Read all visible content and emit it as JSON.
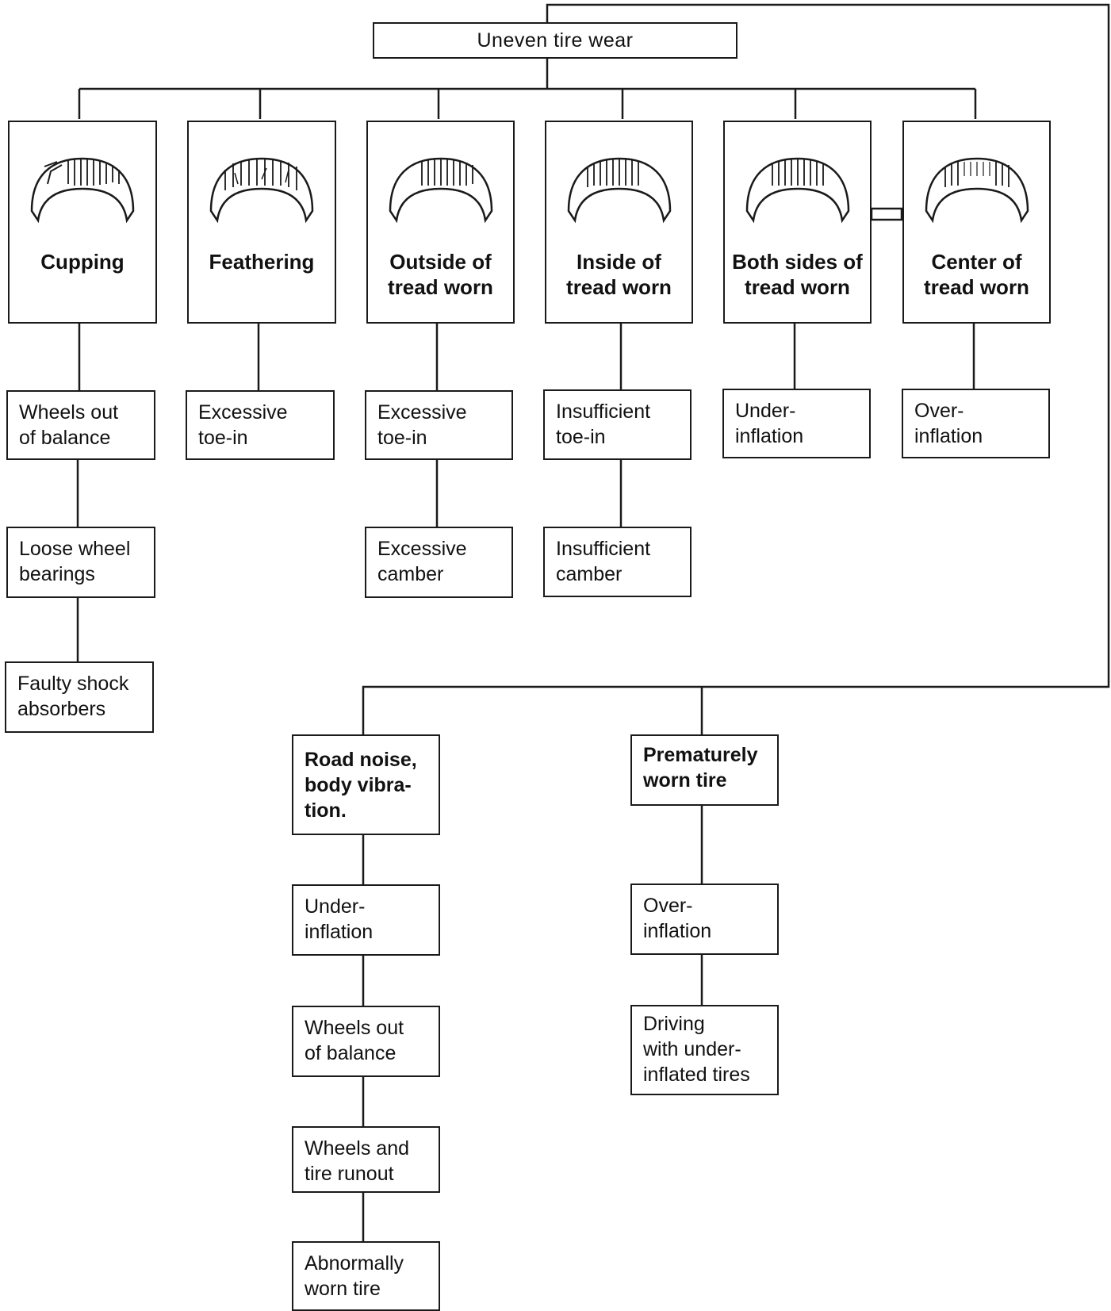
{
  "root": {
    "label": "Uneven tire wear"
  },
  "categories": [
    {
      "id": "cupping",
      "label": [
        "Cupping"
      ],
      "causes": [
        [
          "Wheels out",
          "of balance"
        ],
        [
          "Loose wheel",
          "bearings"
        ],
        [
          "Faulty shock",
          "absorbers"
        ]
      ]
    },
    {
      "id": "feathering",
      "label": [
        "Feathering"
      ],
      "causes": [
        [
          "Excessive",
          "toe-in"
        ]
      ]
    },
    {
      "id": "outside",
      "label": [
        "Outside of",
        "tread worn"
      ],
      "causes": [
        [
          "Excessive",
          "toe-in"
        ],
        [
          "Excessive",
          "camber"
        ]
      ]
    },
    {
      "id": "inside",
      "label": [
        "Inside of",
        "tread worn"
      ],
      "causes": [
        [
          "Insufficient",
          "toe-in"
        ],
        [
          "Insufficient",
          "camber"
        ]
      ]
    },
    {
      "id": "both-sides",
      "label": [
        "Both sides of",
        "tread worn"
      ],
      "causes": [
        [
          "Under-",
          "inflation"
        ]
      ]
    },
    {
      "id": "center",
      "label": [
        "Center of",
        "tread worn"
      ],
      "causes": [
        [
          "Over-",
          "inflation"
        ]
      ]
    }
  ],
  "symptoms": [
    {
      "id": "road-noise",
      "label": [
        "Road noise,",
        "body vibra-",
        "tion."
      ],
      "causes": [
        [
          "Under-",
          "inflation"
        ],
        [
          "Wheels out",
          "of balance"
        ],
        [
          "Wheels and",
          "tire runout"
        ],
        [
          "Abnormally",
          "worn tire"
        ]
      ]
    },
    {
      "id": "premature",
      "label": [
        "Prematurely",
        "worn tire"
      ],
      "causes": [
        [
          "Over-",
          "inflation"
        ],
        [
          "Driving",
          "with under-",
          "inflated tires"
        ]
      ]
    }
  ]
}
